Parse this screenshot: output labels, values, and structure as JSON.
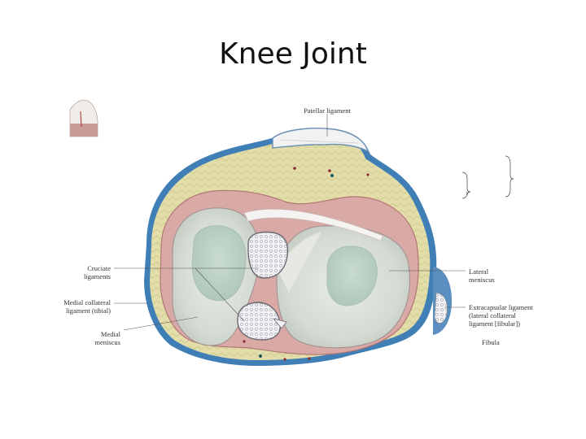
{
  "slide": {
    "title": "Knee Joint"
  },
  "labels": {
    "patellar_ligament": "Patellar ligament",
    "cruciate_ligaments_1": "Cruciate",
    "cruciate_ligaments_2": "ligaments",
    "medial_collateral_1": "Medial collateral",
    "medial_collateral_2": "ligament (tibial)",
    "medial_meniscus_1": "Medial",
    "medial_meniscus_2": "meniscus",
    "lateral_meniscus_1": "Lateral",
    "lateral_meniscus_2": "meniscus",
    "extracapsular_1": "Extracapsular ligament",
    "extracapsular_2": "(lateral collateral",
    "extracapsular_3": "ligament [fibular])",
    "fibula": "Fibula"
  },
  "colors": {
    "fat_yellow": "#e3dfae",
    "capsule_blue": "#3f7fb6",
    "meniscus_pink": "#d5a2a0",
    "cartilage_grey": "#cfd7cf"
  }
}
